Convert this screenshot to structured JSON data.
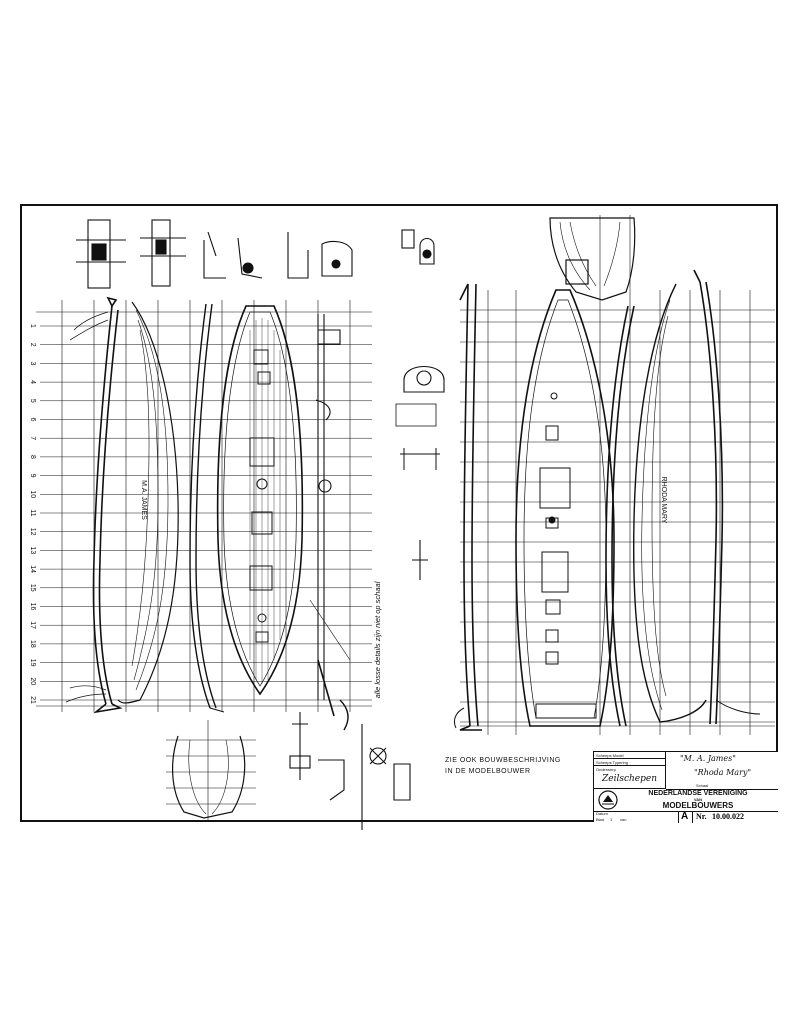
{
  "sheet": {
    "ink": "#111111",
    "paper": "#ffffff"
  },
  "hull_labels": {
    "left_hull": "M.A. JAMES",
    "right_hull": "RHODA MARY"
  },
  "station_numbers": [
    "1",
    "2",
    "3",
    "4",
    "5",
    "6",
    "7",
    "8",
    "9",
    "10",
    "11",
    "12",
    "13",
    "14",
    "15",
    "16",
    "17",
    "18",
    "19",
    "20",
    "21"
  ],
  "notes": {
    "vertical_note": "alle losse details zijn niet op schaal",
    "see_also_line1": "ZIE OOK BOUWBESCHRIJVING",
    "see_also_line2": "IN DE MODELBOUWER"
  },
  "title_block": {
    "field_labels": [
      "Scheeps Model",
      "Scheeps Typering",
      "Onderwerp"
    ],
    "ship_name_1": "\"M. A. James\"",
    "ship_name_2": "\"Rhoda Mary\"",
    "subject": "Zeilschepen",
    "schaal_label": "Schaal",
    "org_line1": "NEDERLANDSE VERENIGING",
    "org_line2": "VAN",
    "org_line3": "MODELBOUWERS",
    "datum_label": "Datum",
    "blad_label": "Blad",
    "van_label": "van",
    "blad_value": "1",
    "sheet_size": "A",
    "number_label": "Nr.",
    "number_value": "10.00.022"
  }
}
